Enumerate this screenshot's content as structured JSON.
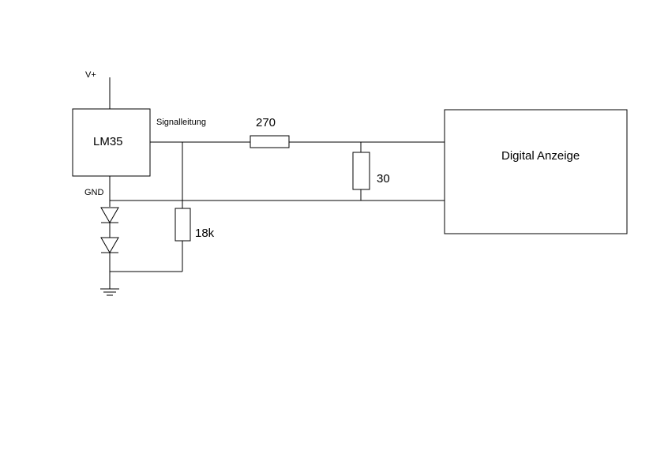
{
  "diagram": {
    "supply_label": "V+",
    "ic_label": "LM35",
    "signal_label": "Signalleitung",
    "gnd_label": "GND",
    "r_series_label": "270",
    "r_shunt_label": "30",
    "r_pulldown_label": "18k",
    "display_label": "Digital Anzeige"
  }
}
